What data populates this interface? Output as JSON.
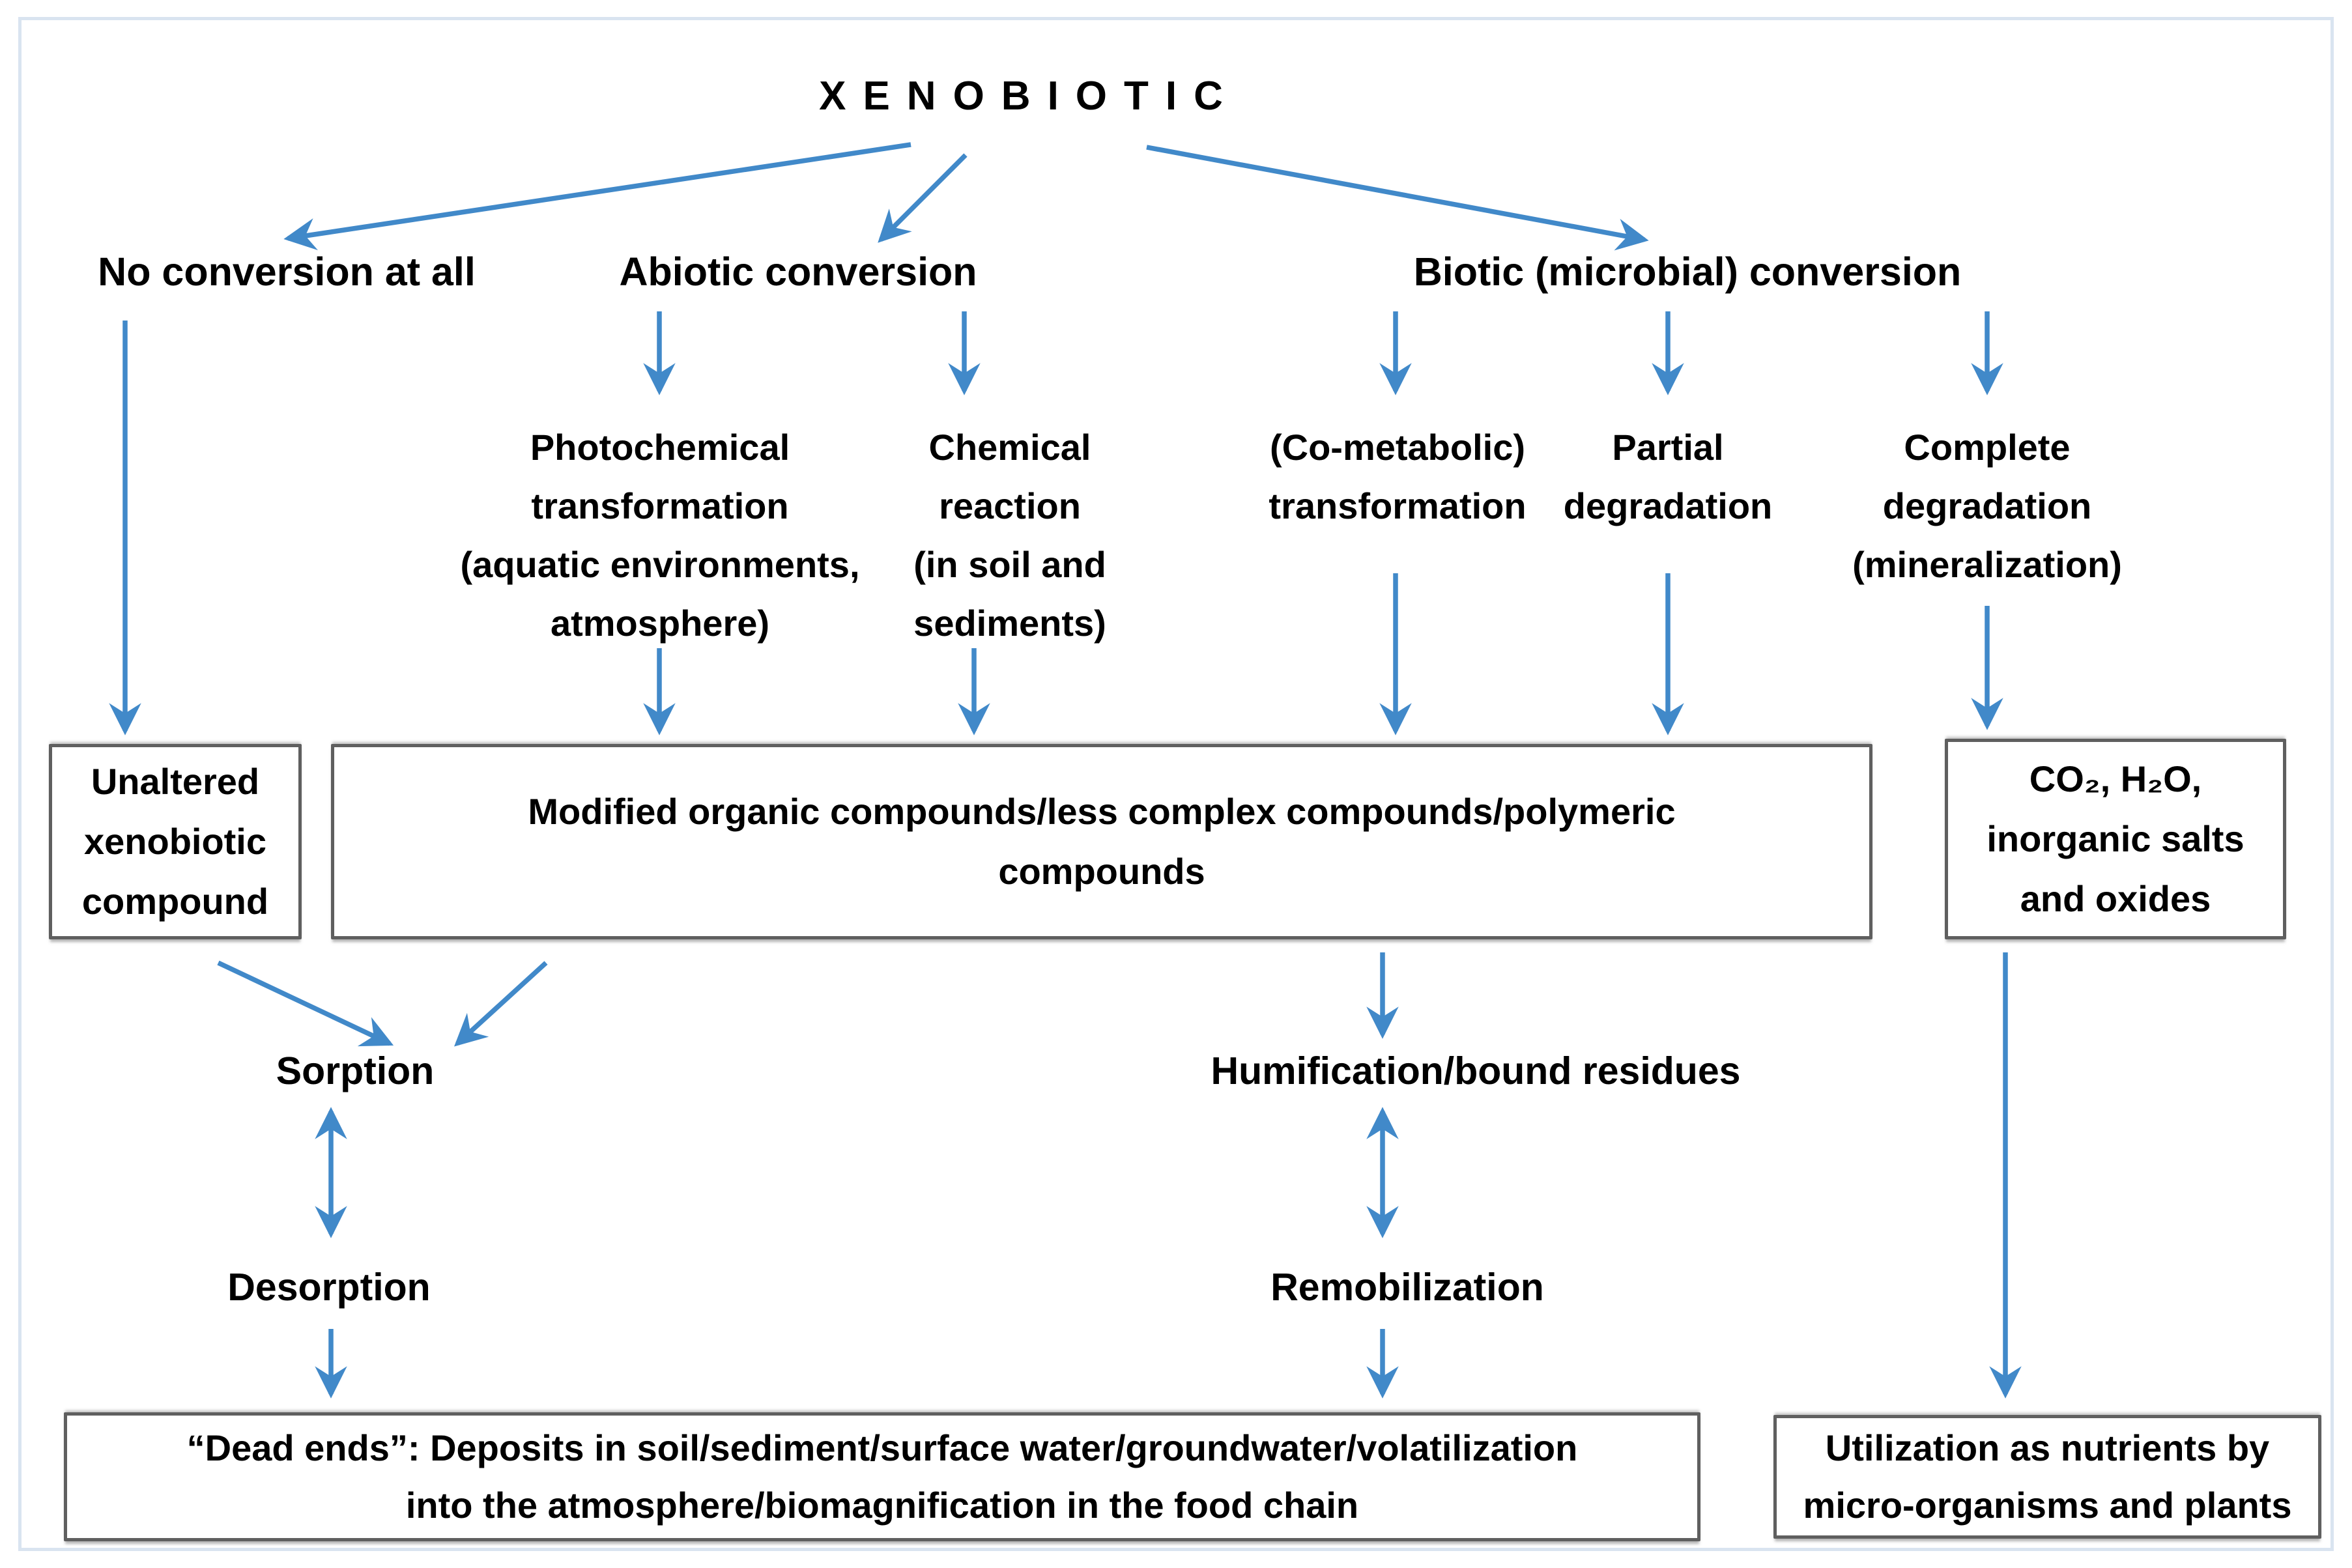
{
  "colors": {
    "arrow_blue": "#4189c9",
    "box_border_gray": "#5f5f5f",
    "outer_border_light_blue": "#d9e4f0",
    "text": "#000000",
    "background": "#ffffff"
  },
  "title": "XENOBIOTIC",
  "branches": {
    "no_conversion": "No conversion at all",
    "abiotic": "Abiotic conversion",
    "biotic": "Biotic  (microbial)  conversion"
  },
  "pathways": {
    "photochemical": {
      "lines": [
        "Photochemical",
        "transformation",
        "(aquatic environments,",
        "atmosphere)"
      ]
    },
    "chemical": {
      "lines": [
        "Chemical",
        "reaction",
        "(in soil and",
        "sediments)"
      ]
    },
    "cometabolic": {
      "lines": [
        "(Co-metabolic)",
        "transformation"
      ]
    },
    "partial": {
      "lines": [
        "Partial",
        "degradation"
      ]
    },
    "complete": {
      "lines": [
        "Complete",
        "degradation",
        "(mineralization)"
      ]
    }
  },
  "boxes": {
    "unaltered": {
      "lines": [
        "Unaltered",
        "xenobiotic",
        "compound"
      ]
    },
    "modified": {
      "lines": [
        "Modified organic compounds/less complex compounds/polymeric",
        "compounds"
      ]
    },
    "mineral_products": {
      "lines": [
        "CO₂, H₂O,",
        "inorganic salts",
        "and oxides"
      ]
    },
    "dead_ends": {
      "lines": [
        "“Dead ends”: Deposits in soil/sediment/surface water/groundwater/volatilization",
        "into the atmosphere/biomagnification in the food chain"
      ]
    },
    "utilization": {
      "lines": [
        "Utilization as nutrients by",
        "micro-organisms and plants"
      ]
    }
  },
  "processes": {
    "sorption": "Sorption",
    "desorption": "Desorption",
    "humification": "Humification/bound residues",
    "remobilization": "Remobilization"
  }
}
